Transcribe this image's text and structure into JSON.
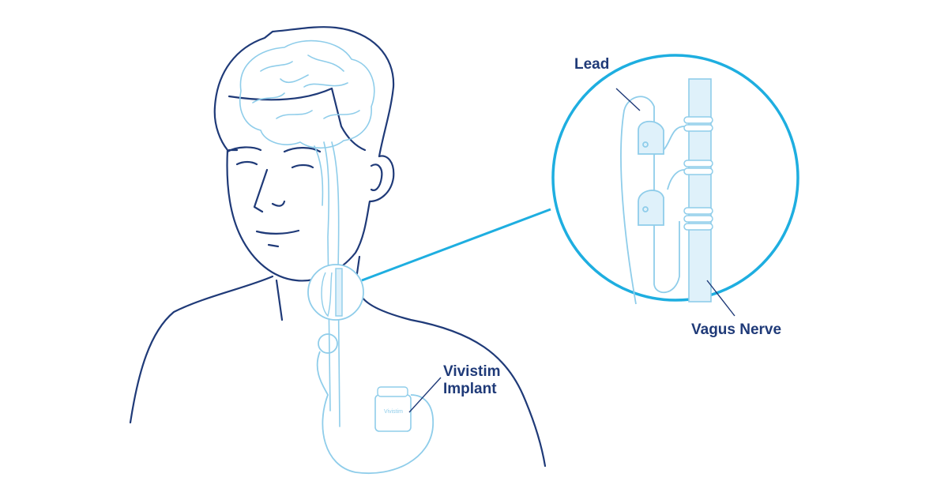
{
  "labels": {
    "lead": "Lead",
    "vagus_nerve": "Vagus Nerve",
    "implant_line1": "Vivistim",
    "implant_line2": "Implant"
  },
  "device_brand": "Vivistim",
  "colors": {
    "outline": "#1f3a78",
    "anatomy": "#8fcdea",
    "magnifier": "#1eaee0",
    "nerve_fill": "#dff1fa"
  }
}
